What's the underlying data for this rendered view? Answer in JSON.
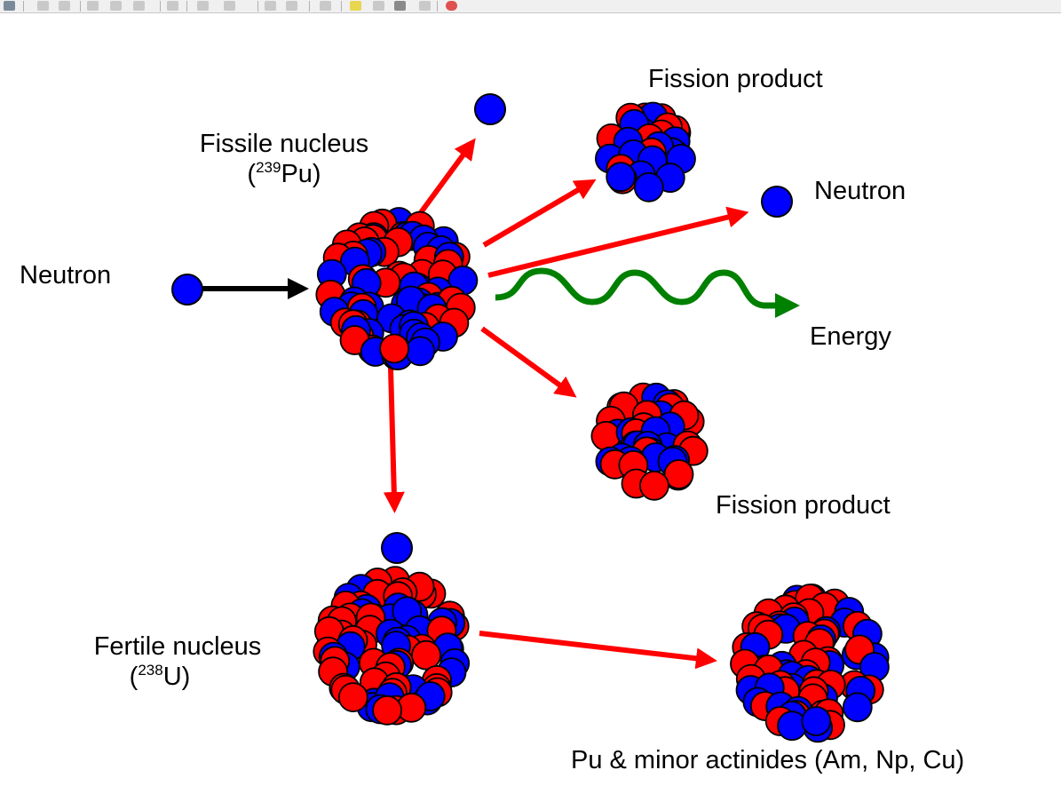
{
  "labels": {
    "incoming_neutron": "Neutron",
    "fissile_nucleus": "Fissile nucleus",
    "fissile_isotope_mass": "239",
    "fissile_isotope_symbol": "Pu",
    "fission_product_top": "Fission product",
    "emitted_neutron": "Neutron",
    "energy": "Energy",
    "fission_product_bottom": "Fission product",
    "fertile_nucleus": "Fertile nucleus",
    "fertile_isotope_mass": "238",
    "fertile_isotope_symbol": "U",
    "products": "Pu & minor actinides (Am, Np, Cu)"
  },
  "colors": {
    "proton": "#ff0000",
    "neutron": "#0000ff",
    "reaction_arrow": "#ff0000",
    "incoming_arrow": "#000000",
    "energy_wave": "#008000"
  },
  "toolbar": {
    "icons": [
      "app-icon",
      "check-icon",
      "check-double-icon",
      "cut-icon",
      "copy-icon",
      "paste-icon",
      "print-icon",
      "undo-icon",
      "redo-icon",
      "home-icon",
      "table-icon",
      "edit-icon",
      "lightbulb-icon",
      "pages-icon",
      "trash-icon",
      "pin-icon",
      "lifebuoy-icon"
    ]
  }
}
